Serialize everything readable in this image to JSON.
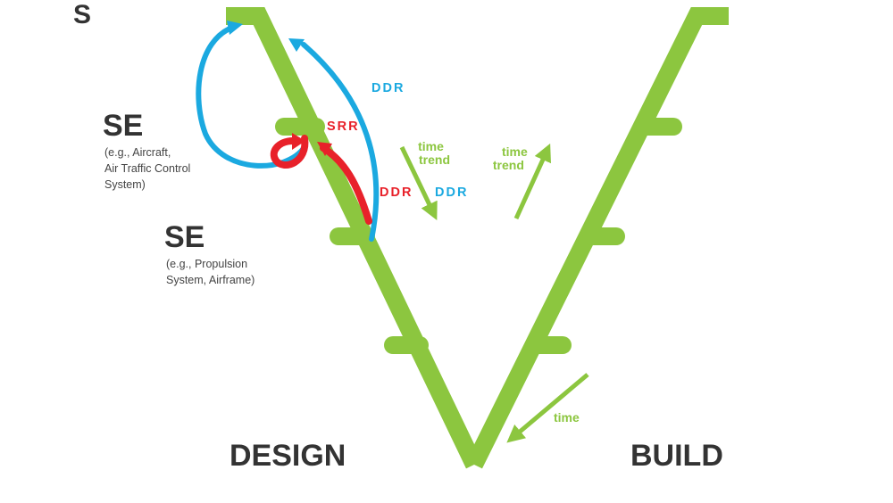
{
  "colors": {
    "green": "#8cc63f",
    "blue": "#1ba9e0",
    "red": "#e8212a",
    "dark": "#333333"
  },
  "levels": {
    "top": {
      "title": "S"
    },
    "system": {
      "title": "SE",
      "example_lines": [
        "(e.g., Aircraft,",
        "Air Traffic Control",
        "System)"
      ]
    },
    "subsystem": {
      "title": "SE",
      "example_lines": [
        "(e.g., Propulsion",
        "System, Airframe)"
      ]
    }
  },
  "reviews": {
    "ddr_upper": "DDR",
    "srr": "SRR",
    "ddr_red": "DDR",
    "ddr_blue": "DDR"
  },
  "time_labels": {
    "design_trend": [
      "time",
      "trend"
    ],
    "build_trend": [
      "time",
      "trend"
    ],
    "time": "time"
  },
  "phases": {
    "design": "DESIGN",
    "build": "BUILD"
  }
}
